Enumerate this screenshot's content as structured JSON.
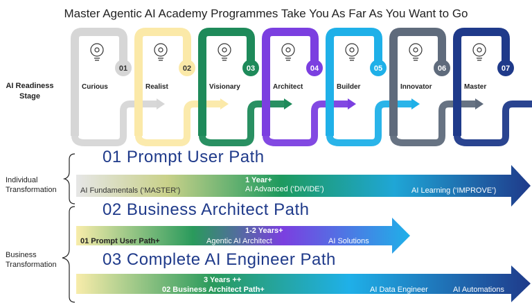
{
  "title": "Master Agentic AI Academy Programmes Take You As Far As You Want to Go",
  "readiness_label": "AI Readiness Stage",
  "stages": [
    {
      "name": "Curious",
      "number": "01",
      "color": "#d6d6d6",
      "icon": "lightbulb-question-icon"
    },
    {
      "name": "Realist",
      "number": "02",
      "color": "#fbe9a8",
      "icon": "network-gear-icon"
    },
    {
      "name": "Visionary",
      "number": "03",
      "color": "#1e8a5a",
      "icon": "vision-head-icon"
    },
    {
      "name": "Architect",
      "number": "04",
      "color": "#7b3fe0",
      "icon": "brain-gears-icon"
    },
    {
      "name": "Builder",
      "number": "05",
      "color": "#1fb0e8",
      "icon": "blueprint-tools-icon"
    },
    {
      "name": "Innovator",
      "number": "06",
      "color": "#5f6b7c",
      "icon": "team-ideas-icon"
    },
    {
      "name": "Master",
      "number": "07",
      "color": "#1f3a8a",
      "icon": "robot-head-icon"
    }
  ],
  "groups": {
    "individual": "Individual Transformation",
    "business": "Business Transformation"
  },
  "paths": [
    {
      "title": "01 Prompt User Path",
      "duration": "1 Year+",
      "items": [
        "AI Fundamentals (‘MASTER’)",
        "AI Advanced (‘DIVIDE’)",
        "AI Learning (‘IMPROVE’)"
      ]
    },
    {
      "title": "02 Business Architect Path",
      "duration": "1-2 Years+",
      "prereq": "01 Prompt User Path+",
      "items": [
        "Agentic AI Architect",
        "AI Solutions"
      ]
    },
    {
      "title": "03 Complete AI Engineer Path",
      "duration": "3 Years ++",
      "prereq": "02 Business Architect Path+",
      "items": [
        "AI Data Engineer",
        "AI Automations"
      ]
    }
  ]
}
